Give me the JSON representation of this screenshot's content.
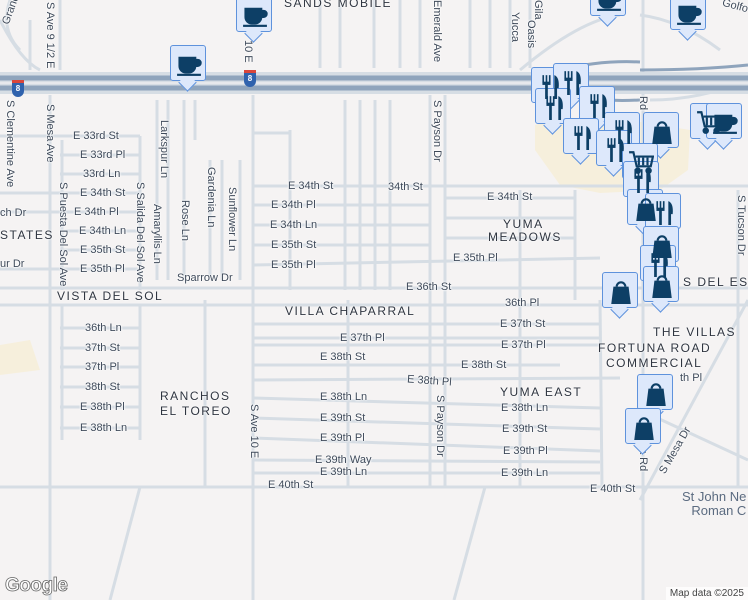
{
  "map": {
    "colors": {
      "background": "#f5f3f3",
      "road": "#d6dde4",
      "highway": "#8fa4bc",
      "commercial_area": "#f6efdc",
      "marker_fill": "#dde8fb",
      "marker_border": "#5e92dc",
      "marker_icon": "#0d3f66"
    },
    "neighborhoods": [
      "SANDS MOBILE",
      "STATES",
      "VISTA DEL SOL",
      "RANCHOS",
      "EL TOREO",
      "VILLA CHAPARRAL",
      "YUMA",
      "MEADOWS",
      "YUMA EAST",
      "S DEL EST",
      "THE VILLAS",
      "FORTUNA ROAD",
      "COMMERCIAL"
    ],
    "streets": [
      "Grande",
      "S Ave 9 1/2 E",
      "10 E",
      "S Mesa Ave",
      "S Clementine Ave",
      "E 33rd St",
      "E 33rd Pl",
      "33rd Ln",
      "E 34th St",
      "E 34th Pl",
      "E 34th Ln",
      "E 35th St",
      "E 35th Pl",
      "ch Dr",
      "ur Dr",
      "S Puesta Del Sol Ave",
      "S Salida Del Sol Ave",
      "Amaryllis Ln",
      "Larkspur Ln",
      "Rose Ln",
      "Gardenia Ln",
      "Sunflower Ln",
      "Sparrow Dr",
      "36th Ln",
      "37th St",
      "37th Pl",
      "38th St",
      "E 38th Pl",
      "E 38th Ln",
      "S Ave 10 E",
      "E 37th Pl",
      "E 38th St",
      "E 39th St",
      "E 39th Pl",
      "E 39th Way",
      "E 39th Ln",
      "E 40th St",
      "Emerald Ave",
      "Yucca",
      "Gila",
      "Oasis",
      "S Payson Dr",
      "34th St",
      "E 35th Pl",
      "E 36th St",
      "36th Pl",
      "E 37th St",
      "Rd",
      "a Rd",
      "S Tucson Dr",
      "th Pl",
      "S Mesa Dr",
      "Golfo"
    ],
    "highway_shield": "8",
    "poi_label": [
      "St John Ne",
      "Roman C"
    ],
    "markers": {
      "coffee": "coffee-icon",
      "restaurant": "fork-knife-icon",
      "shopping": "shopping-bag-icon",
      "grocery": "shopping-cart-icon"
    },
    "attribution": "Map data ©2025",
    "logo": "Google"
  }
}
